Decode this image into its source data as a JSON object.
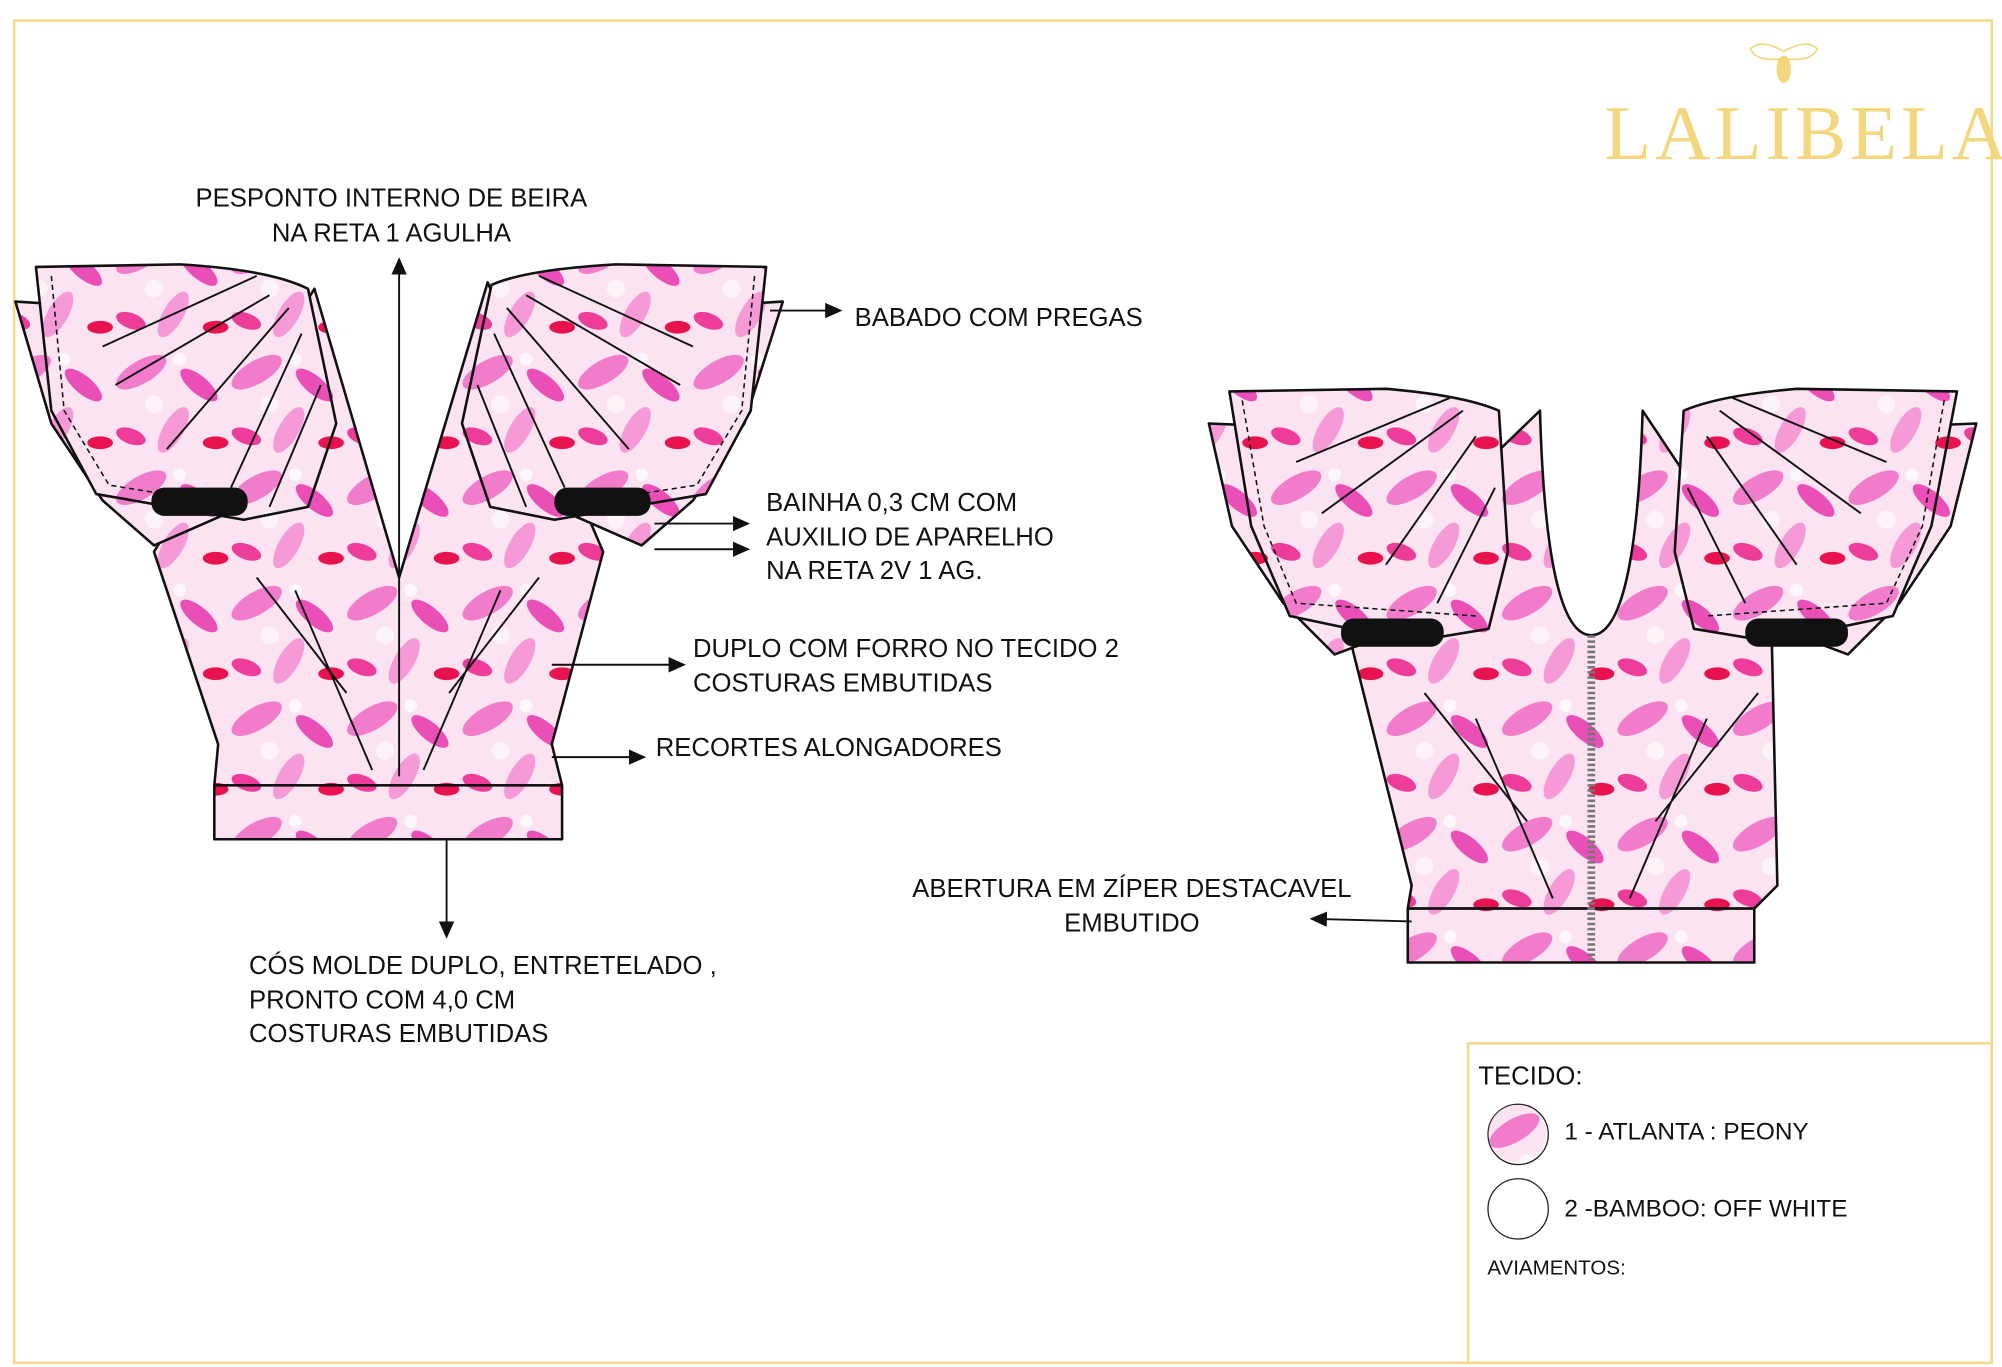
{
  "brand": {
    "name": "LALIBELA",
    "color": "#f2d77e"
  },
  "callouts": {
    "pesponto": [
      "PESPONTO INTERNO DE BEIRA",
      "NA RETA 1 AGULHA"
    ],
    "babado": [
      "BABADO COM PREGAS"
    ],
    "bainha": [
      "BAINHA 0,3 CM COM",
      "AUXILIO DE APARELHO",
      "NA RETA 2V 1 AG."
    ],
    "duplo": [
      "DUPLO COM FORRO NO TECIDO 2",
      "COSTURAS EMBUTIDAS"
    ],
    "recortes": [
      "RECORTES ALONGADORES"
    ],
    "cos": [
      "CÓS MOLDE DUPLO, ENTRETELADO ,",
      "PRONTO COM 4,0 CM",
      "COSTURAS EMBUTIDAS"
    ],
    "abertura": [
      "ABERTURA EM ZÍPER DESTACAVEL",
      "EMBUTIDO"
    ]
  },
  "legend": {
    "tecido_title": "TECIDO:",
    "fabrics": [
      {
        "label": "1 - ATLANTA : PEONY",
        "swatch": "floral-pink"
      },
      {
        "label": "2 -BAMBOO: OFF WHITE",
        "swatch": "off-white"
      }
    ],
    "aviamentos_title": "AVIAMENTOS:"
  },
  "colors": {
    "frame": "#f4d98c",
    "print_pink": "#ec4fb0",
    "print_red": "#e8124e"
  }
}
